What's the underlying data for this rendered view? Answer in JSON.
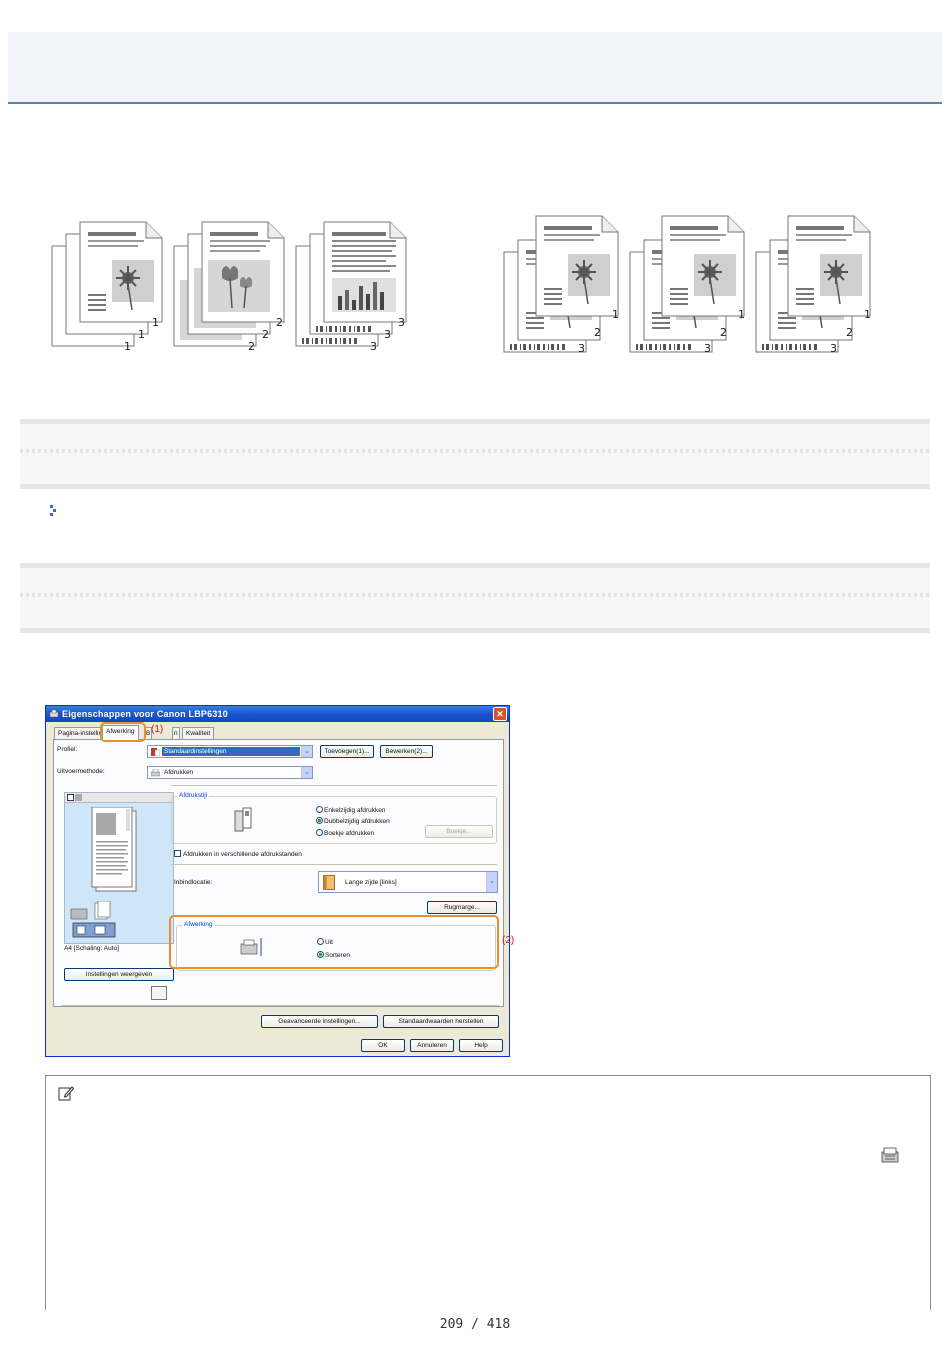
{
  "dialog": {
    "title": "Eigenschappen voor Canon LBP6310",
    "tabs": [
      "Pagina-instelling",
      "Afwerking",
      "B",
      "n",
      "Kwaliteit"
    ],
    "profile_label": "Profiel:",
    "profile_value": "Standaardinstellingen",
    "add_button": "Toevoegen(1)...",
    "edit_button": "Bewerken(2)...",
    "output_label": "Uitvoermethode:",
    "output_value": "Afdrukken",
    "print_style_group": "Afdrukstijl",
    "print_style_options": [
      "Enkelzijdig afdrukken",
      "Dubbelzijdig afdrukken",
      "Boekje afdrukken"
    ],
    "print_style_selected": 1,
    "booklet_button": "Boekje...",
    "mixed_checkbox": "Afdrukken in verschillende afdrukstanden",
    "binding_label": "Inbindlocatie:",
    "binding_value": "Lange zijde [links]",
    "margin_button": "Rugmarge...",
    "finishing_group": "Afwerking",
    "finishing_options": [
      "Uit",
      "Sorteren"
    ],
    "finishing_selected": 1,
    "paper_info": "A4 [Schaling: Auto]",
    "view_settings_button": "Instellingen weergeven",
    "advanced_button": "Geavanceerde instellingen...",
    "restore_button": "Standaardwaarden herstellen",
    "ok_button": "OK",
    "cancel_button": "Annuleren",
    "help_button": "Help"
  },
  "callouts": {
    "one": "(1)",
    "two": "(2)"
  },
  "illustration": {
    "left_stacks": [
      {
        "front": "1",
        "mid": "1",
        "back": "1"
      },
      {
        "front": "2",
        "mid": "2",
        "back": "2"
      },
      {
        "front": "3",
        "mid": "3",
        "back": "3"
      }
    ],
    "right_stacks": [
      {
        "front": "1",
        "mid": "2",
        "back": "3"
      },
      {
        "front": "1",
        "mid": "2",
        "back": "3"
      },
      {
        "front": "1",
        "mid": "2",
        "back": "3"
      }
    ]
  },
  "footer": {
    "page": "209 / 418"
  }
}
